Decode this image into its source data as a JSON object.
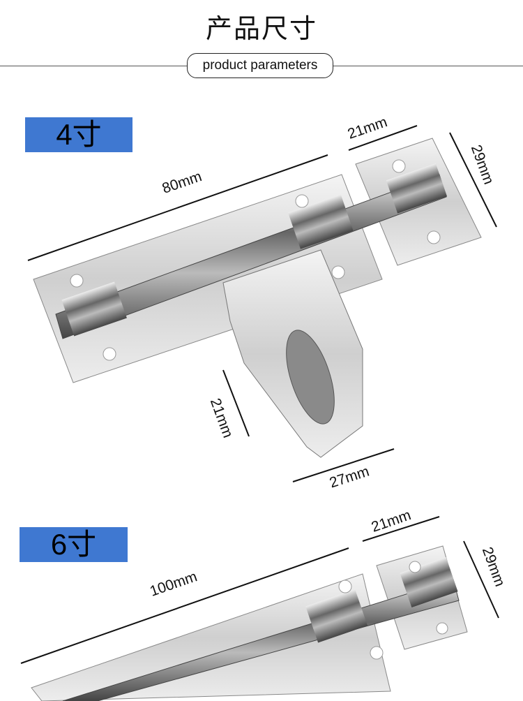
{
  "header": {
    "title": "产品尺寸",
    "subtitle": "product parameters"
  },
  "colors": {
    "badge": "#3f78d1"
  },
  "products": [
    {
      "size_label": "4寸",
      "dimensions": {
        "length": "80mm",
        "plate_width": "21mm",
        "plate_height": "29mm",
        "hasp_height": "21mm",
        "hasp_width": "27mm"
      }
    },
    {
      "size_label": "6寸",
      "dimensions": {
        "length": "100mm",
        "plate_width": "21mm",
        "plate_height": "29mm"
      }
    }
  ]
}
